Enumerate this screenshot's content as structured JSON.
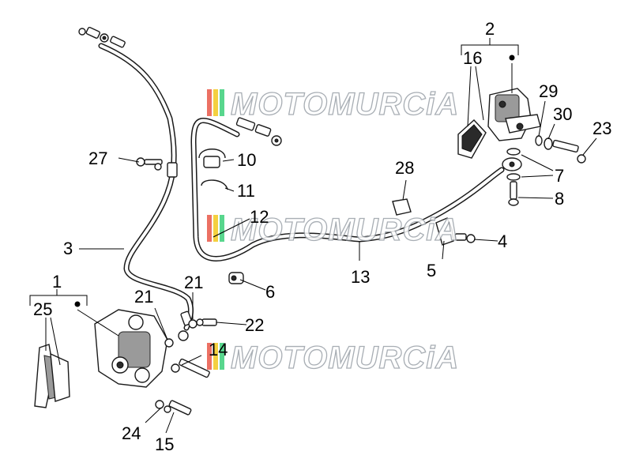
{
  "watermark": {
    "text": "MOTOMURCiA",
    "stripe_colors": [
      "#e74c3c",
      "#f1c40f",
      "#2ecc71",
      "#ffffff"
    ]
  },
  "callouts": {
    "n1": "1",
    "n2": "2",
    "n3": "3",
    "n4": "4",
    "n5": "5",
    "n6": "6",
    "n7": "7",
    "n8": "8",
    "n10": "10",
    "n11": "11",
    "n12": "12",
    "n13": "13",
    "n14": "14",
    "n15": "15",
    "n16": "16",
    "n21a": "21",
    "n21b": "21",
    "n22": "22",
    "n23": "23",
    "n24": "24",
    "n25": "25",
    "n27": "27",
    "n28": "28",
    "n29": "29",
    "n30": "30"
  }
}
